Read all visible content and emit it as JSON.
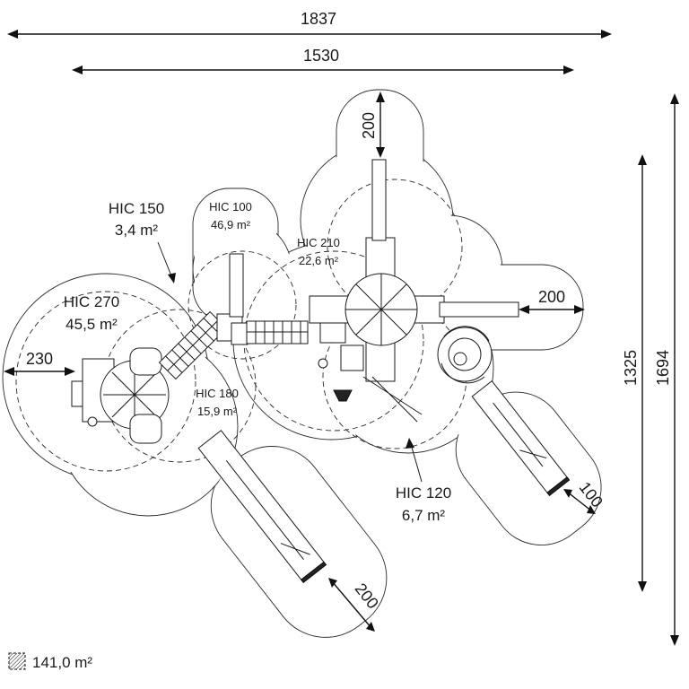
{
  "dimensions": {
    "top_width": "1837",
    "inner_width": "1530",
    "height_outer": "1694",
    "height_inner": "1325",
    "safety_top": "200",
    "safety_right": "200",
    "safety_left": "230",
    "slide_right": "100",
    "slide_bottom": "200"
  },
  "zones": [
    {
      "hic": "HIC 150",
      "area": "3,4 m²"
    },
    {
      "hic": "HIC 100",
      "area": "46,9 m²"
    },
    {
      "hic": "HIC 210",
      "area": "22,6 m²"
    },
    {
      "hic": "HIC 270",
      "area": "45,5 m²"
    },
    {
      "hic": "HIC 180",
      "area": "15,9 m²"
    },
    {
      "hic": "HIC 120",
      "area": "6,7 m²"
    }
  ],
  "legend": {
    "total_area": "141,0 m²",
    "icon": "hatched-square-icon"
  }
}
